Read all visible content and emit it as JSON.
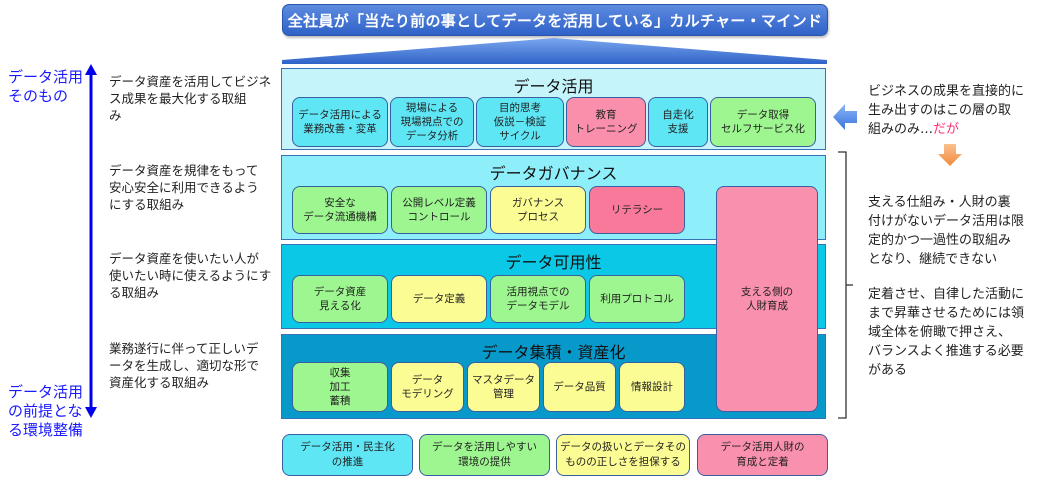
{
  "banner": {
    "text": "全社員が「当たり前の事としてデータを活用している」カルチャー・マインド"
  },
  "layers": [
    {
      "title": "データ活用",
      "items": [
        {
          "label": "データ活用による\n業務改善・変革",
          "color": "cyan"
        },
        {
          "label": "現場による\n現場視点での\nデータ分析",
          "color": "cyan"
        },
        {
          "label": "目的思考\n仮説－検証\nサイクル",
          "color": "cyan"
        },
        {
          "label": "教育\nトレーニング",
          "color": "pink"
        },
        {
          "label": "自走化\n支援",
          "color": "cyan"
        },
        {
          "label": "データ取得\nセルフサービス化",
          "color": "green"
        }
      ]
    },
    {
      "title": "データガバナンス",
      "items": [
        {
          "label": "安全な\nデータ流通機構",
          "color": "green"
        },
        {
          "label": "公開レベル定義\nコントロール",
          "color": "green"
        },
        {
          "label": "ガバナンス\nプロセス",
          "color": "yellow"
        },
        {
          "label": "リテラシー",
          "color": "pinkdark"
        }
      ]
    },
    {
      "title": "データ可用性",
      "items": [
        {
          "label": "データ資産\n見える化",
          "color": "green"
        },
        {
          "label": "データ定義",
          "color": "yellow"
        },
        {
          "label": "活用視点での\nデータモデル",
          "color": "green"
        },
        {
          "label": "利用プロトコル",
          "color": "green"
        }
      ]
    },
    {
      "title": "データ集積・資産化",
      "items": [
        {
          "label": "収集\n加工\n蓄積",
          "color": "green"
        },
        {
          "label": "データ\nモデリング",
          "color": "yellow"
        },
        {
          "label": "マスタデータ\n管理",
          "color": "yellow"
        },
        {
          "label": "データ品質",
          "color": "yellow"
        },
        {
          "label": "情報設計",
          "color": "yellow"
        }
      ]
    }
  ],
  "support_box": {
    "label": "支える側の\n人財育成"
  },
  "bottom_boxes": [
    {
      "label": "データ活用・民主化\nの推進",
      "color": "#5fe6f5"
    },
    {
      "label": "データを活用しやすい\n環境の提供",
      "color": "#9df68f"
    },
    {
      "label": "データの扱いとデータその\nものの正しさを担保する",
      "color": "#fcfc94"
    },
    {
      "label": "データ活用人財の\n育成と定着",
      "color": "#f990ad"
    }
  ],
  "left": {
    "top_label": "データ活用\nそのもの",
    "bottom_label": "データ活用\nの前提とな\nる環境整備",
    "descriptions": [
      "データ資産を活用してビジネ\nス成果を最大化する取組\nみ",
      "データ資産を規律をもって\n安心安全に利用できるよう\nにする取組み",
      "データ資産を使いたい人が\n使いたい時に使えるようにす\nる取組み",
      "業務遂行に伴って正しいデ\nータを生成し、適切な形で\n資産化する取組み"
    ]
  },
  "right": {
    "note1": "ビジネスの成果を直接的に\n生み出すのはこの層の取\n組みのみ…",
    "note1_accent": "だが",
    "note2": "支える仕組み・人財の裏\n付けがないデータ活用は限\n定的かつ一過性の取組み\nとなり、継続できない",
    "note3": "定着させ、自律した活動に\nまで昇華させるためには領\n域全体を俯瞰で押さえ、\nバランスよく推進する必要\nがある"
  },
  "colors": {
    "banner": "#2f62c8",
    "layer_use": "#c6f4fb",
    "layer_governance": "#8eeef9",
    "layer_availability": "#0bc8e6",
    "layer_accumulation": "#0899cb",
    "axis_arrow": "#0000ee",
    "accent_pink": "#ff2d7a",
    "left_arrow": "#4a86e8",
    "down_arrow": "#f8a060"
  }
}
